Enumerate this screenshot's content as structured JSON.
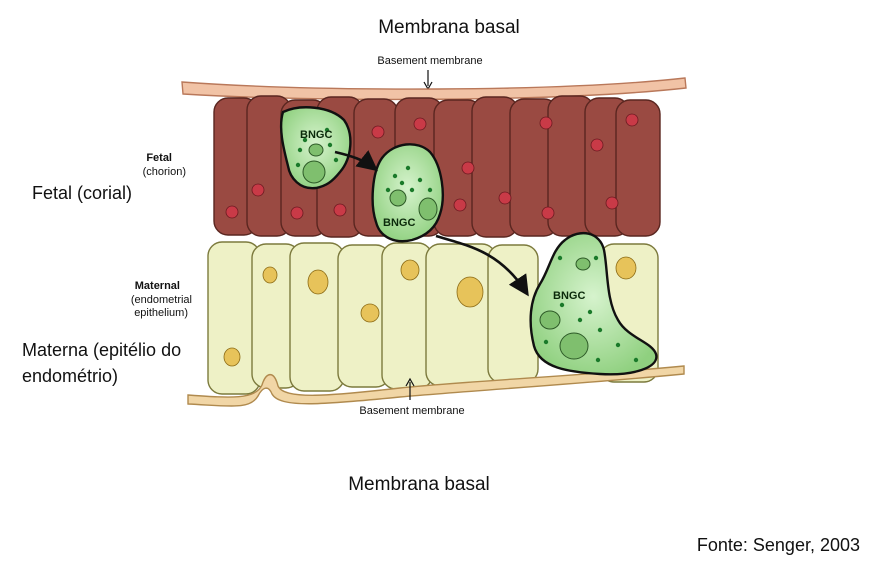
{
  "title_top": "Membrana basal",
  "title_bottom": "Membrana basal",
  "basement_top": "Basement membrane",
  "basement_bottom": "Basement membrane",
  "fetal": {
    "label": "Fetal",
    "sub": "(chorion)",
    "translation": "Fetal (corial)"
  },
  "maternal": {
    "label": "Maternal",
    "sub1": "(endometrial",
    "sub2": "epithelium)",
    "translation1": "Materna (epitélio do",
    "translation2": "endométrio)"
  },
  "cells": [
    "BNGC",
    "BNGC",
    "BNGC"
  ],
  "credit": "Fonte: Senger, 2003",
  "colors": {
    "fetal_cell": "#9a4a42",
    "maternal_cell": "#eef1c6",
    "bngc": "#a9df9c",
    "membrane": "#e9b08e"
  }
}
